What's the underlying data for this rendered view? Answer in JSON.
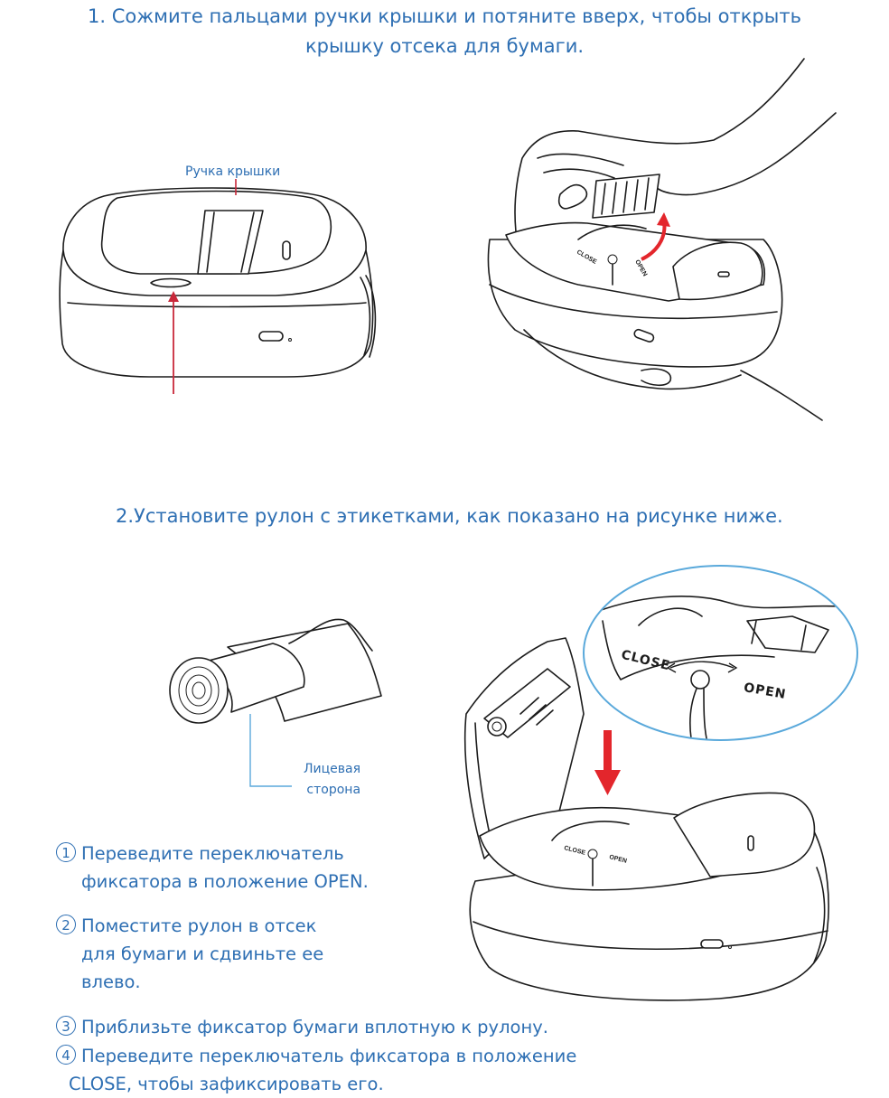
{
  "step1": {
    "line1": "1.  Сожмите пальцами ручки крышки и потяните вверх, чтобы открыть",
    "line2": "крышку отсека для бумаги."
  },
  "labels": {
    "cover_handle": "Ручка крышки",
    "face_side_1": "Лицевая",
    "face_side_2": "сторона",
    "close": "CLOSE",
    "open": "OPEN"
  },
  "step2": {
    "text": "2.Установите рулон с этикетками, как показано на рисунке ниже."
  },
  "instructions": [
    {
      "num": "1",
      "line1": "Переведите переключатель",
      "line2": "фиксатора в положение OPEN.",
      "line3": ""
    },
    {
      "num": "2",
      "line1": "Поместите рулон в отсек",
      "line2": "для бумаги и сдвиньте ее",
      "line3": "влево."
    },
    {
      "num": "3",
      "line1": "Приблизьте фиксатор бумаги вплотную к рулону.",
      "line2": "",
      "line3": ""
    },
    {
      "num": "4",
      "line1": "Переведите переключатель фиксатора в положение",
      "line2": "CLOSE, чтобы зафиксировать его.",
      "line3": ""
    }
  ],
  "colors": {
    "text": "#2e6fb3",
    "arrow": "#e3262c",
    "pointer": "#c8283a",
    "inset": "#5aa9db"
  }
}
